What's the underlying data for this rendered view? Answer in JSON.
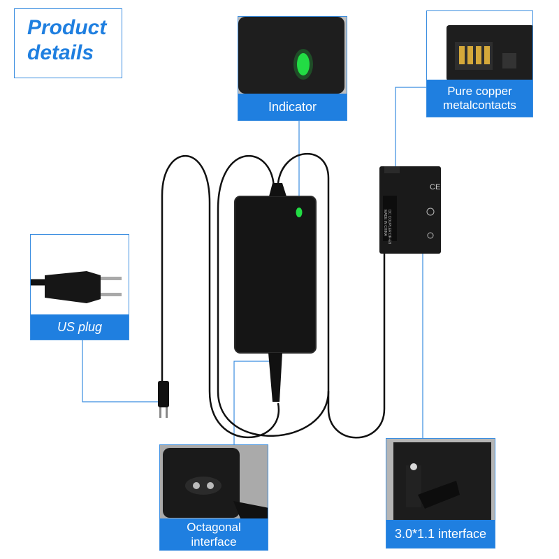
{
  "title": {
    "line1": "Product",
    "line2": "details"
  },
  "callouts": {
    "indicator": "Indicator",
    "copper_line1": "Pure copper",
    "copper_line2": "metalcontacts",
    "us_plug": "US plug",
    "octagonal_line1": "Octagonal",
    "octagonal_line2": "interface",
    "dc_interface": "3.0*1.1 interface"
  },
  "coupler_text": {
    "line1": "DC COUPLER DR-E8",
    "line2": "MADE IN CHINA"
  },
  "colors": {
    "accent": "#1f7fe0",
    "led": "#22dd44",
    "device": "#151515"
  }
}
